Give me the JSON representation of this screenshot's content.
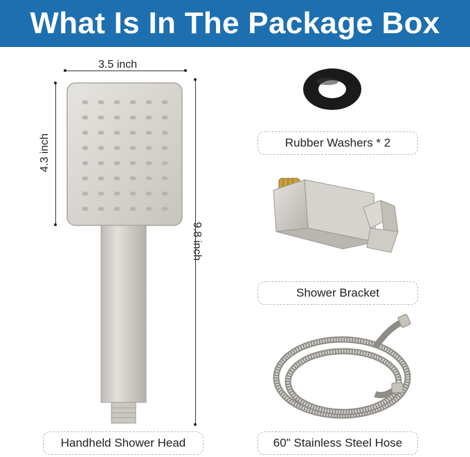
{
  "title": "What Is In The Package Box",
  "colors": {
    "banner": "#1d6fb0",
    "title_text": "#ffffff",
    "metal": "#cfccc6",
    "washer": "#1a1a1a",
    "brass": "#c9a23c"
  },
  "dimensions": {
    "width": "3.5 inch",
    "height_head": "4.3 inch",
    "height_total": "9.8 inch"
  },
  "items": {
    "handheld": "Handheld Shower Head",
    "washers": "Rubber Washers * 2",
    "bracket": "Shower Bracket",
    "hose": "60\" Stainless Steel Hose"
  },
  "icons": {
    "shower_head": "shower-head-icon",
    "washer": "rubber-washer-icon",
    "bracket": "shower-bracket-icon",
    "hose": "steel-hose-icon"
  }
}
